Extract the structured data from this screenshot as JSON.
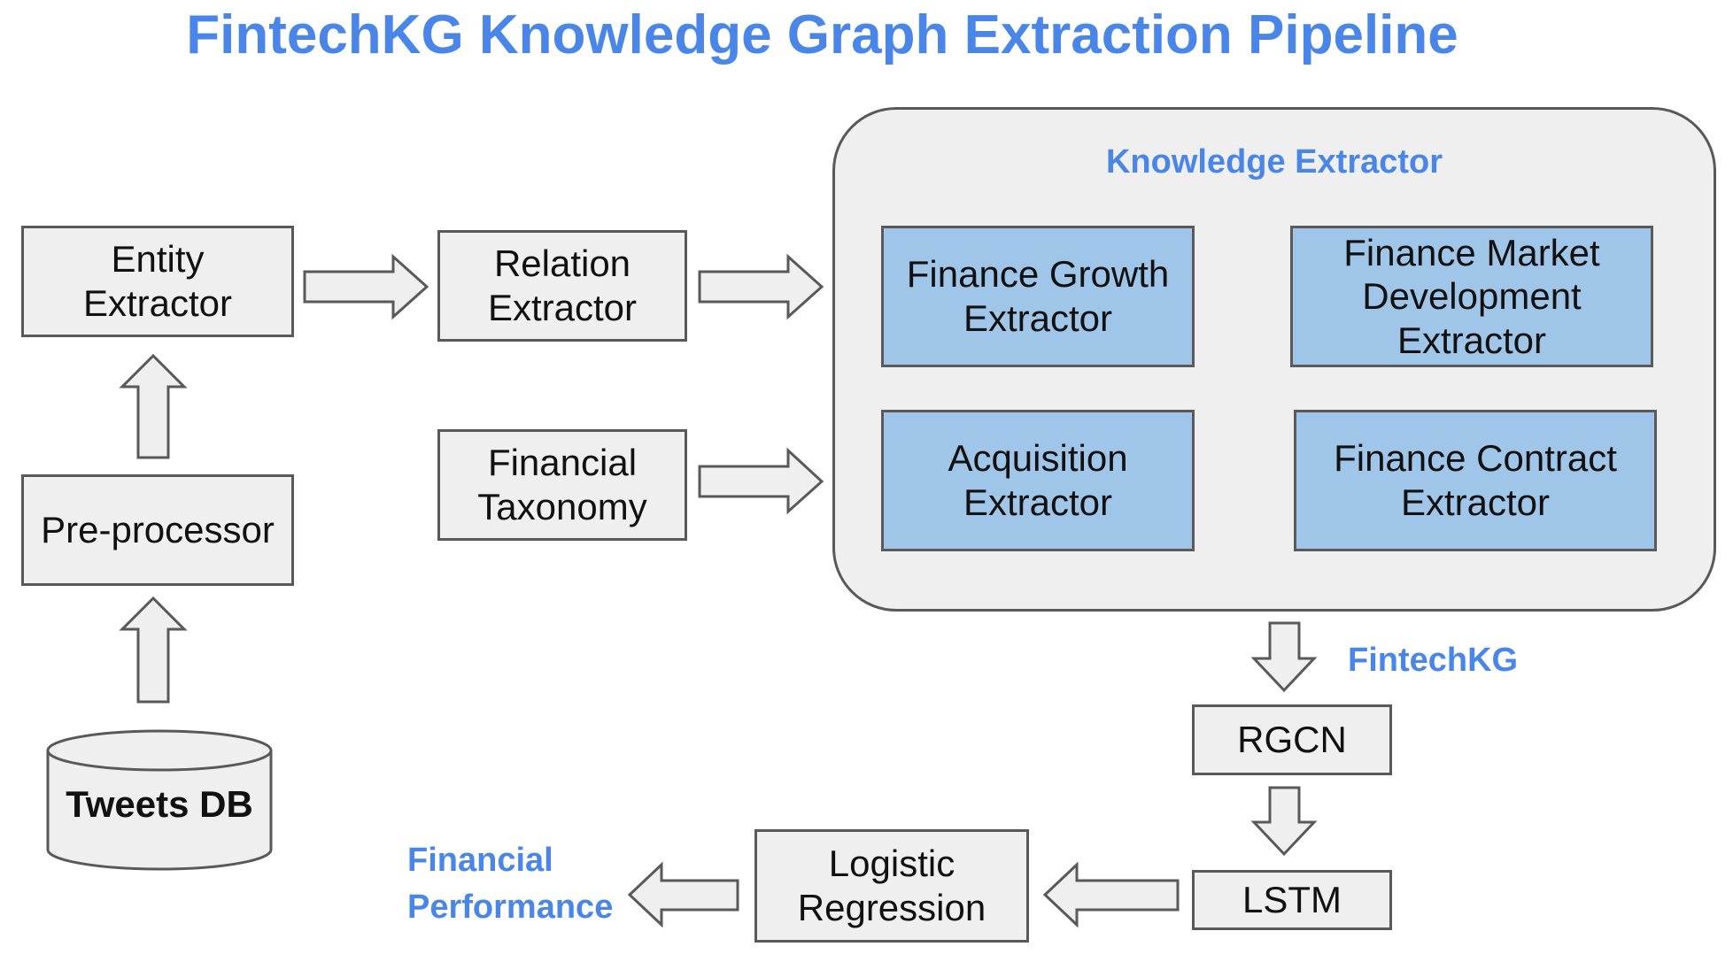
{
  "title": "FintechKG Knowledge Graph Extraction Pipeline",
  "nodes": {
    "entity_extractor": "Entity\nExtractor",
    "relation_extractor": "Relation\nExtractor",
    "financial_taxonomy": "Financial\nTaxonomy",
    "pre_processor": "Pre-processor",
    "tweets_db": "Tweets DB",
    "rgcn": "RGCN",
    "lstm": "LSTM",
    "logistic_regression": "Logistic\nRegression"
  },
  "knowledge_extractor": {
    "title": "Knowledge Extractor",
    "extractors": [
      "Finance Growth\nExtractor",
      "Finance Market\nDevelopment\nExtractor",
      "Acquisition\nExtractor",
      "Finance Contract\nExtractor"
    ]
  },
  "labels": {
    "fintechkg": "FintechKG",
    "financial_performance": "Financial\nPerformance"
  },
  "colors": {
    "accent_blue": "#4a86e8",
    "box_fill": "#efefef",
    "extractor_fill": "#9fc5e8",
    "stroke": "#595959"
  }
}
